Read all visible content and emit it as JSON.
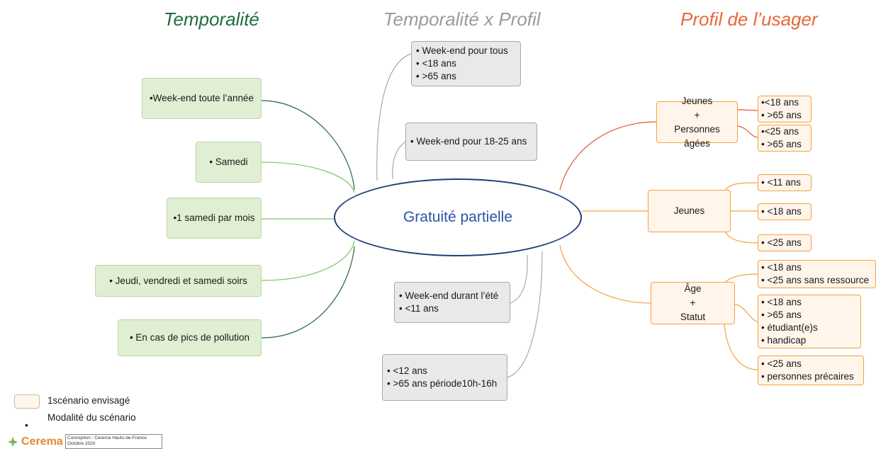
{
  "titles": {
    "left": "Temporalité",
    "middle": "Temporalité x Profil",
    "right": "Profil de l’usager"
  },
  "colors": {
    "left_title": "#1e6e3c",
    "middle_title": "#9b9b9b",
    "right_title": "#e8663a",
    "center_text": "#2a55a6",
    "green_line_dark": "#1f6b3b",
    "green_line_light": "#7cc46a",
    "grey_line": "#a8a8a8",
    "orange_line_red": "#e4572e",
    "orange_line": "#f4a23c"
  },
  "center": {
    "label": "Gratuité partielle"
  },
  "temporalite": [
    {
      "label": "•Week-end toute l’année"
    },
    {
      "label": "• Samedi"
    },
    {
      "label": "•1 samedi par mois"
    },
    {
      "label": "• Jeudi, vendredi et samedi soirs"
    },
    {
      "label": "•  En cas de pics de pollution"
    }
  ],
  "temporalite_profil": [
    {
      "items": [
        "• Week-end pour tous",
        "• <18 ans",
        "• >65 ans"
      ]
    },
    {
      "items": [
        "• Week-end pour 18-25 ans"
      ]
    },
    {
      "items": [
        "• Week-end durant l’été",
        "• <11 ans"
      ]
    },
    {
      "items": [
        "• <12 ans",
        "• >65 ans période10h-16h"
      ]
    }
  ],
  "profil": {
    "groups": [
      {
        "label_lines": [
          "Jeunes",
          "+",
          "Personnes âgées"
        ]
      },
      {
        "label_lines": [
          "Jeunes"
        ]
      },
      {
        "label_lines": [
          "Âge",
          "+",
          "Statut"
        ]
      }
    ],
    "leaves": [
      {
        "items": [
          "•<18 ans",
          "• >65 ans"
        ]
      },
      {
        "items": [
          "•<25 ans",
          "• >65 ans"
        ]
      },
      {
        "items": [
          "• <11 ans"
        ]
      },
      {
        "items": [
          "• <18 ans"
        ]
      },
      {
        "items": [
          "• <25 ans"
        ]
      },
      {
        "items": [
          "• <18 ans",
          "• <25 ans sans ressource"
        ]
      },
      {
        "items": [
          "• <18 ans",
          "•  >65 ans",
          "•  étudiant(e)s",
          "•  handicap"
        ]
      },
      {
        "items": [
          "• <25 ans",
          "• personnes précaires"
        ]
      }
    ]
  },
  "legend": {
    "box_label": "1scénario envisagé",
    "bullet_label": "Modalité du scénario",
    "bullet_symbol": "•"
  },
  "footer": {
    "logo_text": "Cerema",
    "credit_line1": "Conception : Cerema Hauts-de-France",
    "credit_line2": "Octobre 2020"
  }
}
